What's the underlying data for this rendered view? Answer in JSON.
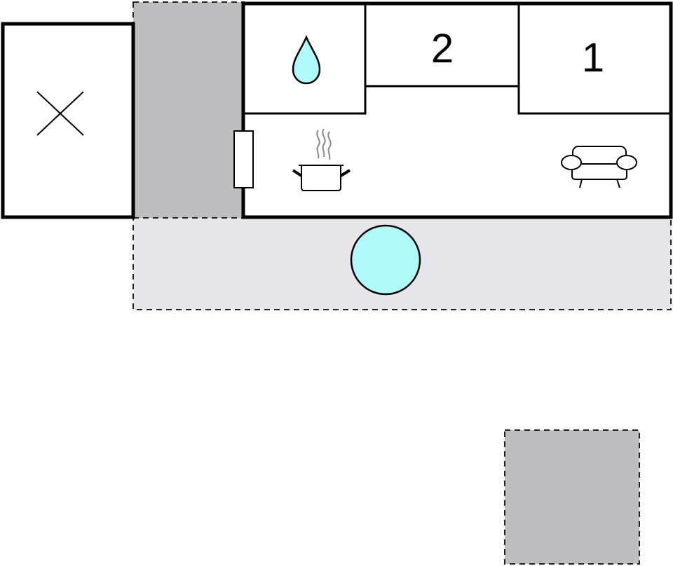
{
  "rooms": {
    "bedroom_2": {
      "label": "2",
      "icon": "bed-number"
    },
    "bedroom_1": {
      "label": "1",
      "icon": "bed-number"
    },
    "bathroom": {
      "icon": "water-drop-icon"
    },
    "kitchen": {
      "icon": "cooking-pot-icon"
    },
    "living": {
      "icon": "sofa-icon"
    },
    "annex": {
      "icon": "cross-mark-icon"
    }
  },
  "features": {
    "pool": {
      "icon": "pool-circle"
    },
    "door": {
      "icon": "door-rectangle"
    }
  },
  "colors": {
    "wall": "#000000",
    "covered_area": "#bebec0",
    "terrace": "#e6e6ea",
    "water": "#b0fafc"
  }
}
